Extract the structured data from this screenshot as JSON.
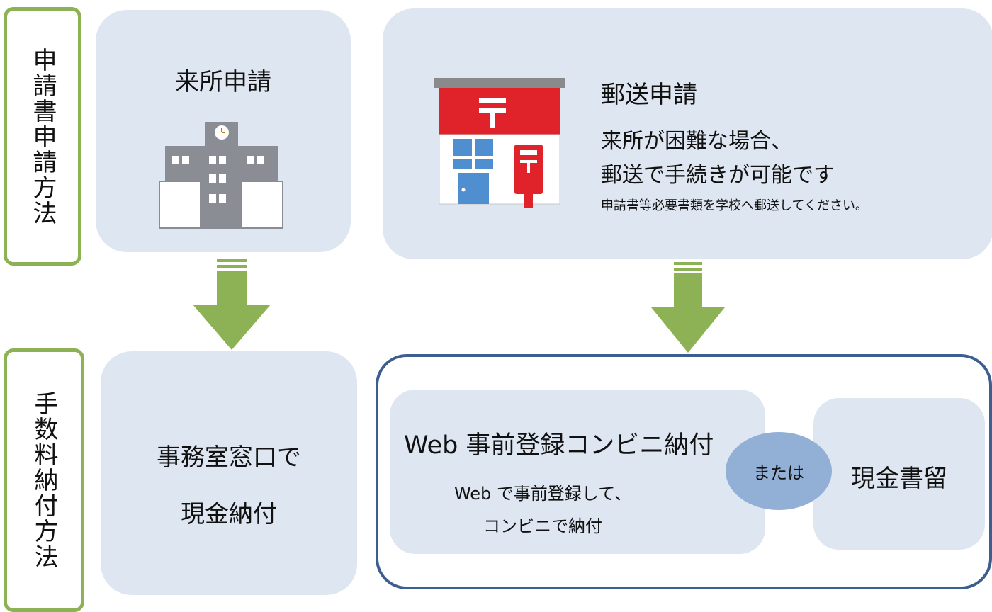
{
  "side_labels": {
    "application_method": "申請書申請方法",
    "fee_payment_method": "手数料納付方法"
  },
  "visit": {
    "title": "来所申請",
    "icon": "school-building-icon"
  },
  "mail": {
    "title": "郵送申請",
    "line1": "来所が困難な場合、",
    "line2": "郵送で手続きが可能です",
    "note": "申請書等必要書類を学校へ郵送してください。",
    "icon": "post-office-icon"
  },
  "counter_payment": {
    "line1": "事務室窓口で",
    "line2": "現金納付"
  },
  "web_payment": {
    "title": "Web 事前登録コンビニ納付",
    "line1": "Web で事前登録して、",
    "line2": "コンビニで納付"
  },
  "or_label": "または",
  "registered_mail": "現金書留",
  "colors": {
    "panel": "#dde6f1",
    "green": "#8db255",
    "navy_border": "#3c5f8f",
    "oval": "#92afd6",
    "post_red": "#e0232a"
  }
}
